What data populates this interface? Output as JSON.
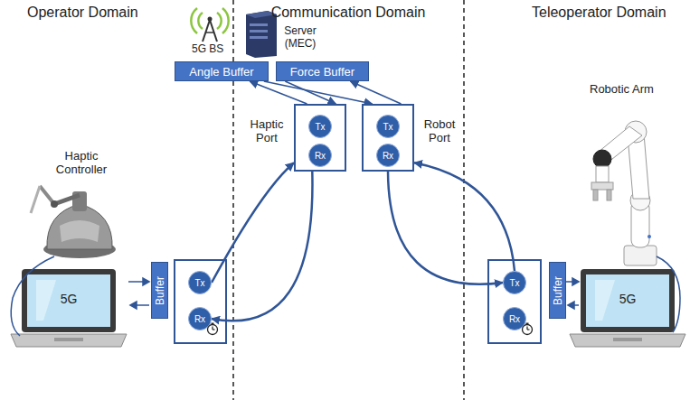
{
  "diagram": {
    "nodes": [
      {
        "text": [
          "Angle Buffer"
        ]
      },
      {
        "text": [
          "Force Buffer"
        ]
      },
      {
        "text": [
          "Haptic Port"
        ]
      },
      {
        "text": [
          "Tx"
        ],
        "in": 2
      },
      {
        "text": [
          "Rx"
        ],
        "in": 2
      },
      {
        "text": [
          "Robot Port"
        ]
      },
      {
        "text": [
          "Tx"
        ],
        "in": 5
      },
      {
        "text": [
          "Rx"
        ],
        "in": 5
      },
      {
        "text": [
          "Buffer"
        ]
      },
      {
        "text": [
          "Tx"
        ]
      },
      {
        "text": [
          "Rx"
        ]
      },
      {
        "text": [
          "Buffer"
        ]
      },
      {
        "text": [
          "Tx"
        ]
      },
      {
        "text": [
          "Rx"
        ]
      }
    ],
    "edges": [
      {
        "from": 2,
        "to": 0,
        "arrow": "to"
      },
      {
        "from": 5,
        "to": 1,
        "arrow": "to"
      },
      {
        "from": 0,
        "to": 5,
        "arrow": "to"
      },
      {
        "from": 1,
        "to": 2,
        "arrow": "to"
      },
      {
        "from": 9,
        "to": 2,
        "arrow": "to"
      },
      {
        "from": 2,
        "to": 10,
        "arrow": "to"
      },
      {
        "from": 12,
        "to": 5,
        "arrow": "to"
      },
      {
        "from": 5,
        "to": 12,
        "arrow": "to"
      }
    ],
    "labels": [
      "Operator Domain",
      "Communication Domain",
      "Teleoperator Domain",
      "5G BS",
      "Server (MEC)",
      "Haptic Controller",
      "Robotic Arm",
      "5G",
      "5G"
    ]
  }
}
